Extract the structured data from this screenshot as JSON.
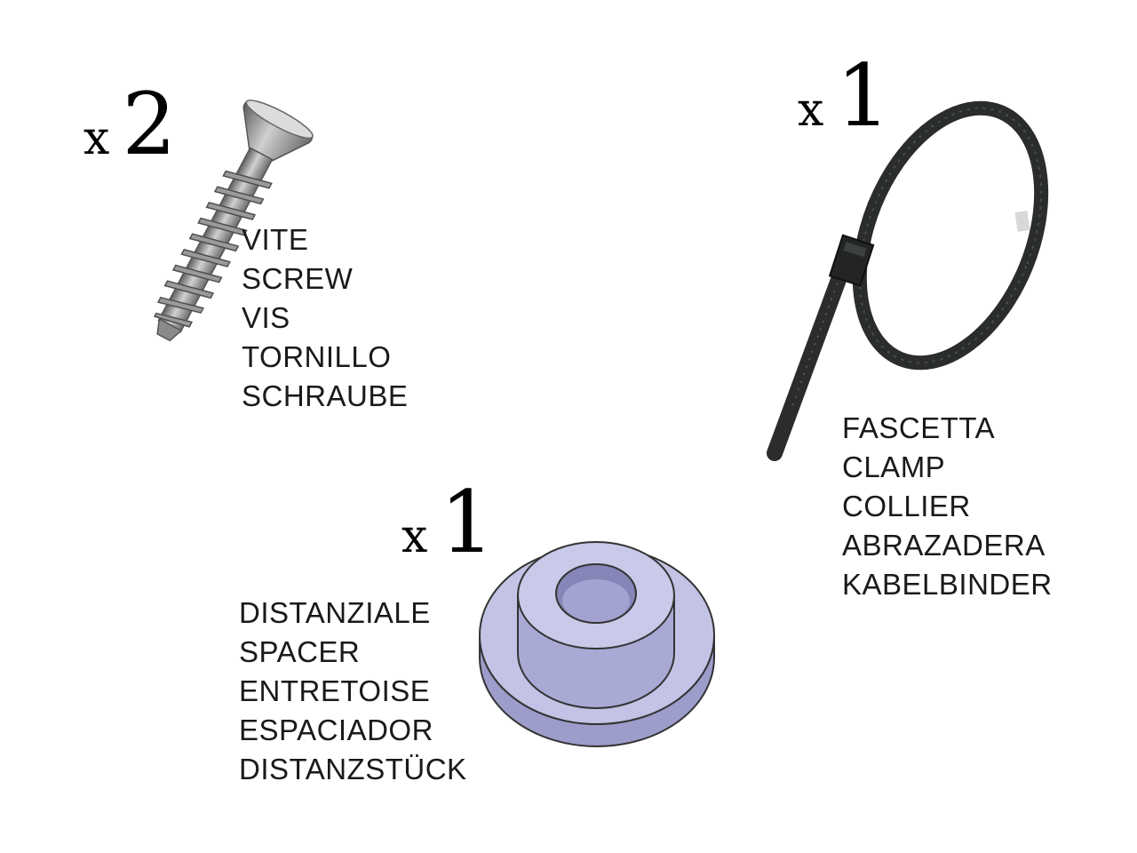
{
  "parts": {
    "screw": {
      "icon": "screw-icon",
      "quantity_prefix": "x",
      "quantity": "2",
      "names": [
        "VITE",
        "SCREW",
        "VIS",
        "TORNILLO",
        "SCHRAUBE"
      ]
    },
    "cable_tie": {
      "icon": "cable-tie-icon",
      "quantity_prefix": "x",
      "quantity": "1",
      "names": [
        "FASCETTA",
        "CLAMP",
        "COLLIER",
        "ABRAZADERA",
        "KABELBINDER"
      ]
    },
    "spacer": {
      "icon": "spacer-icon",
      "quantity_prefix": "x",
      "quantity": "1",
      "names": [
        "DISTANZIALE",
        "SPACER",
        "ENTRETOISE",
        "ESPACIADOR",
        "DISTANZSTÜCK"
      ]
    }
  },
  "colors": {
    "screw_metal": "#8c8c8c",
    "cable_tie": "#2a2d2c",
    "spacer": "#b9b9de"
  }
}
